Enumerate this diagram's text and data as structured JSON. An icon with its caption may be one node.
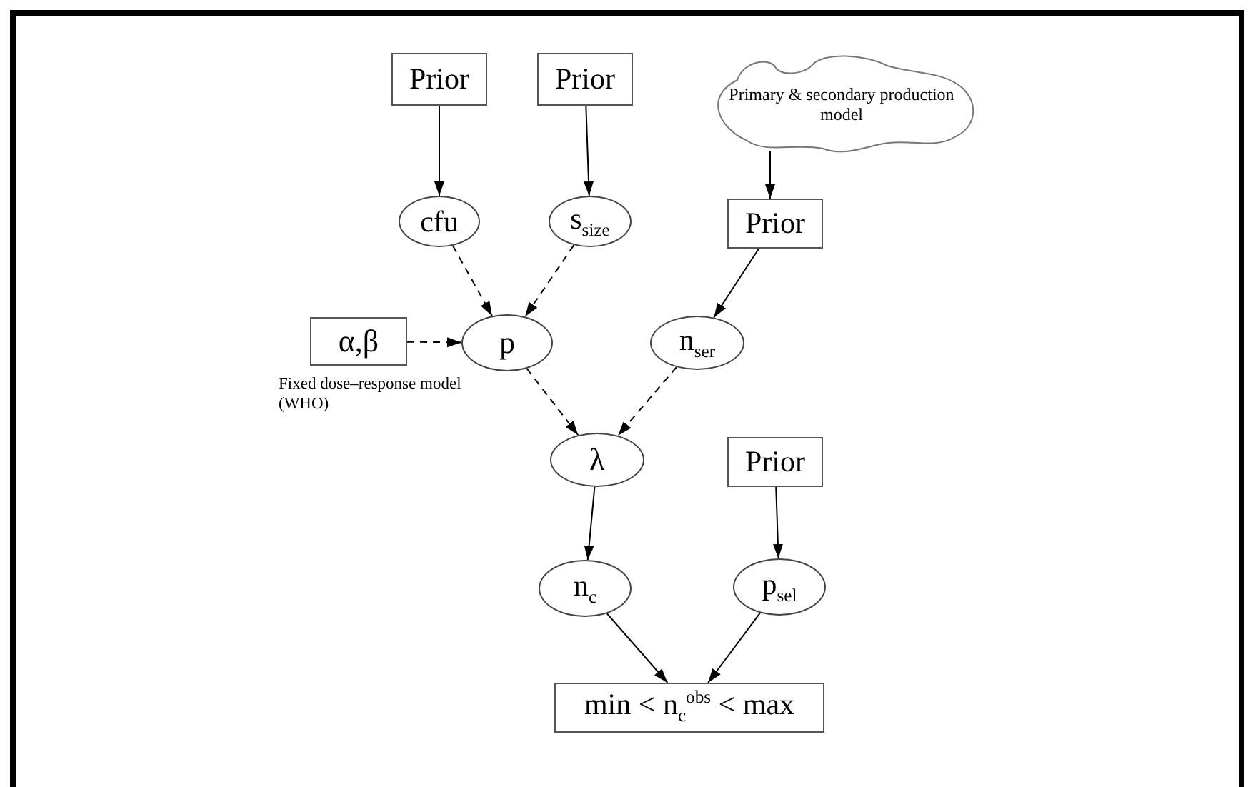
{
  "diagram": {
    "nodes": [
      {
        "text": [
          "Prior"
        ]
      },
      {
        "text": [
          "Prior"
        ]
      },
      {
        "text": [
          "Primary & secondary production model"
        ]
      },
      {
        "text": [
          "cfu"
        ]
      },
      {
        "text": [
          "s$_{size}$"
        ]
      },
      {
        "text": [
          "Prior"
        ]
      },
      {
        "text": [
          "α,β"
        ],
        "beside": [
          "Fixed dose–response model (WHO)"
        ]
      },
      {
        "text": [
          "p"
        ]
      },
      {
        "text": [
          "n$_{ser}$"
        ]
      },
      {
        "text": [
          "λ"
        ]
      },
      {
        "text": [
          "Prior"
        ]
      },
      {
        "text": [
          "n$_{c}$"
        ]
      },
      {
        "text": [
          "p$_{sel}$"
        ]
      },
      {
        "text": [
          "min < n$_{c}$$^{obs}$ < max"
        ]
      }
    ],
    "edges": [
      {
        "from": 0,
        "to": 3,
        "arrow": "to"
      },
      {
        "from": 1,
        "to": 4,
        "arrow": "to"
      },
      {
        "from": 2,
        "to": 5,
        "arrow": "to"
      },
      {
        "from": 3,
        "to": 7,
        "arrow": "to",
        "style": "dashed"
      },
      {
        "from": 4,
        "to": 7,
        "arrow": "to",
        "style": "dashed"
      },
      {
        "from": 5,
        "to": 8,
        "arrow": "to"
      },
      {
        "from": 6,
        "to": 7,
        "arrow": "to",
        "style": "dashed"
      },
      {
        "from": 7,
        "to": 9,
        "arrow": "to",
        "style": "dashed"
      },
      {
        "from": 8,
        "to": 9,
        "arrow": "to",
        "style": "dashed"
      },
      {
        "from": 9,
        "to": 11,
        "arrow": "to"
      },
      {
        "from": 10,
        "to": 12,
        "arrow": "to"
      },
      {
        "from": 11,
        "to": 13,
        "arrow": "to"
      },
      {
        "from": 12,
        "to": 13,
        "arrow": "to"
      }
    ]
  }
}
